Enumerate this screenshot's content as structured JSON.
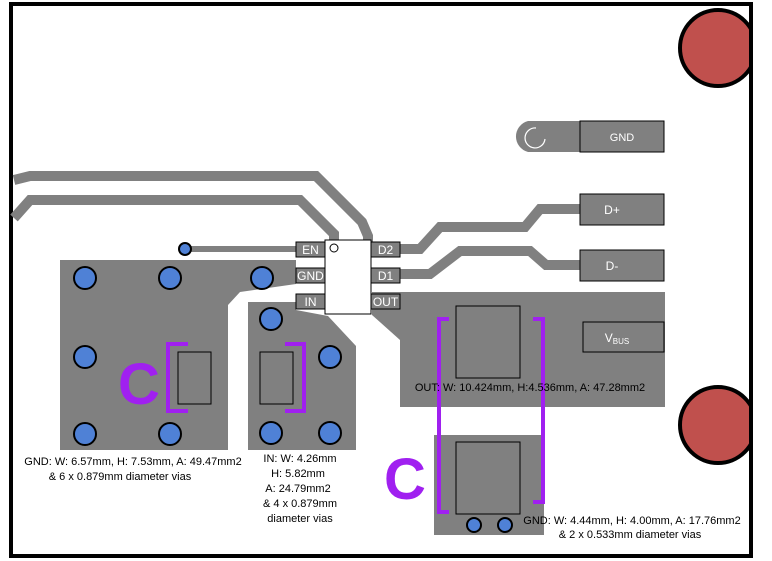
{
  "colors": {
    "board_outline": "#000000",
    "copper": "#808080",
    "via_fill": "#4f81d6",
    "via_stroke": "#000000",
    "mounting_hole": "#c0504d",
    "capacitor_marker": "#a020f0",
    "pad_fill": "#808080"
  },
  "ic_pins": {
    "en": "EN",
    "gnd": "GND",
    "in": "IN",
    "d2": "D2",
    "d1": "D1",
    "out": "OUT"
  },
  "connectors": {
    "gnd": "GND",
    "dplus": "D+",
    "dminus": "D-",
    "vbus_main": "V",
    "vbus_sub": "BUS"
  },
  "capacitor_symbol": "C",
  "annotations": {
    "gnd_left_line1": "GND: W: 6.57mm, H: 7.53mm, A: 49.47mm2",
    "gnd_left_line2": "& 6 x  0.879mm diameter vias",
    "in_line1": "IN: W: 4.26mm",
    "in_line2": "H: 5.82mm",
    "in_line3": "A: 24.79mm2",
    "in_line4": "& 4 x  0.879mm",
    "in_line5": "diameter vias",
    "out_line1": "OUT: W: 10.424mm, H:4.536mm, A: 47.28mm2",
    "gnd_right_line1": "GND: W: 4.44mm, H: 4.00mm, A: 17.76mm2",
    "gnd_right_line2": "& 2 x  0.533mm diameter vias"
  }
}
